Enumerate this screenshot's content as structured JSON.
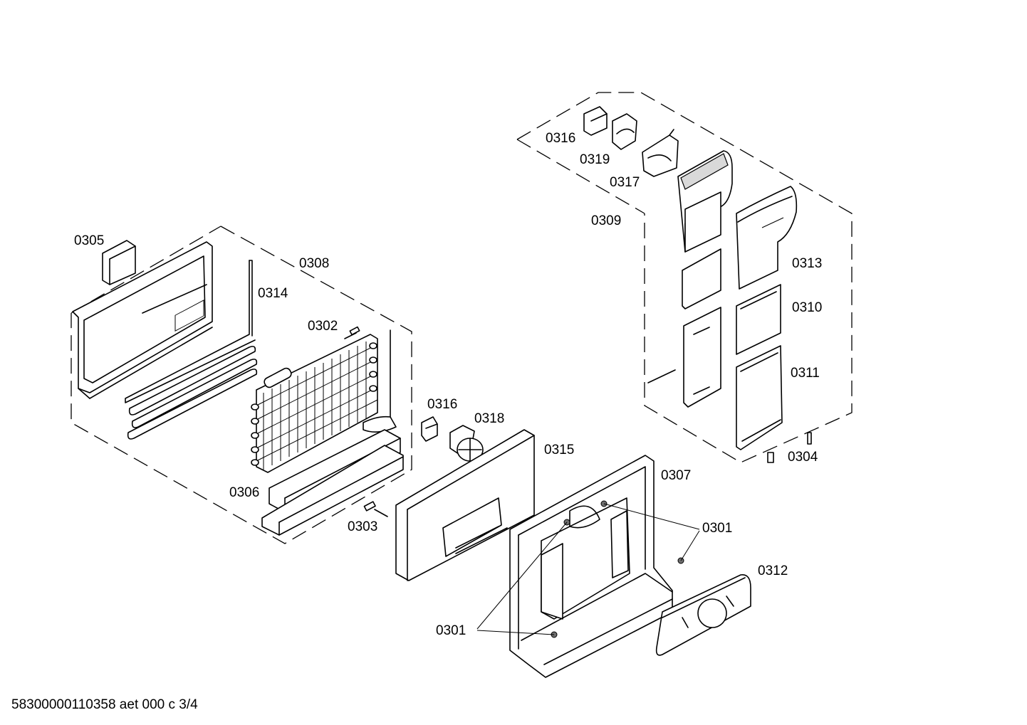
{
  "footer": {
    "document_code": "58300000110358 aet 000 c 3/4"
  },
  "labels": {
    "p0301a": "0301",
    "p0301b": "0301",
    "p0302": "0302",
    "p0303": "0303",
    "p0304": "0304",
    "p0305": "0305",
    "p0306": "0306",
    "p0307": "0307",
    "p0308": "0308",
    "p0309": "0309",
    "p0310": "0310",
    "p0311": "0311",
    "p0312": "0312",
    "p0313": "0313",
    "p0314": "0314",
    "p0315": "0315",
    "p0316a": "0316",
    "p0316b": "0316",
    "p0317": "0317",
    "p0318": "0318",
    "p0319": "0319"
  }
}
